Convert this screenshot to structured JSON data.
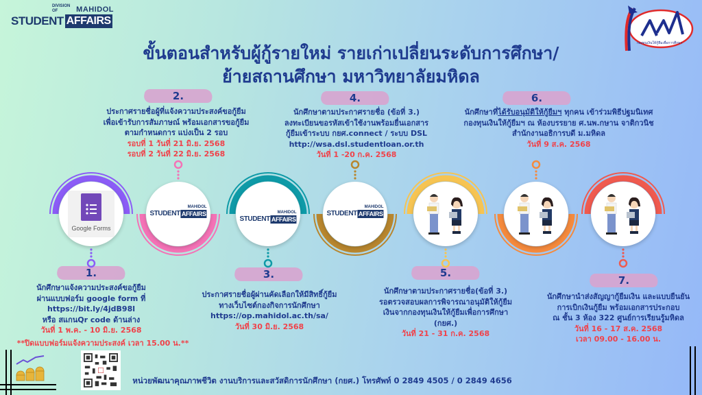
{
  "brand": {
    "mahidol": "MAHIDOL",
    "division": "DIVISION OF",
    "student": "STUDENT",
    "affairs": "AFFAIRS"
  },
  "kys_logo": {
    "mark": "กยศ",
    "caption": "กองทุนเงินให้กู้ยืมเพื่อการศึกษา"
  },
  "title": {
    "line1": "ขั้นตอนสำหรับผู้กู้รายใหม่ รายเก่าเปลี่ยนระดับการศึกษา/",
    "line2": "ย้ายสถานศึกษา มหาวิทยาลัยมหิดล"
  },
  "google_forms_label": "Google Forms",
  "steps": [
    {
      "num": "1.",
      "color": "#8b5cf6",
      "lines": [
        "นักศึกษาแจ้งความประสงค์ขอกู้ยืม",
        "ผ่านแบบฟอร์ม google form ที่",
        "https://bit.ly/4jdB98l",
        "หรือ สแกนQr code ด้านล่าง"
      ],
      "dates": [
        "วันที่ 1 พ.ค. - 10 มิ.ย. 2568",
        "**ปิดแบบฟอร์มแจ้งความประสงค์ เวลา 15.00 น.**"
      ]
    },
    {
      "num": "2.",
      "color": "#f472b6",
      "lines": [
        "ประกาศรายชื่อผู้ที่แจ้งความประสงค์ขอกู้ยืม",
        "เพื่อเข้ารับการสัมภาษณ์ พร้อมเอกสารขอกู้ยืม",
        "ตามกำหนดการ แบ่งเป็น 2 รอบ"
      ],
      "dates": [
        "รอบที่ 1 วันที่ 21 มิ.ย. 2568",
        "รอบที่ 2 วันที่ 22 มิ.ย. 2568"
      ]
    },
    {
      "num": "3.",
      "color": "#0e9aa7",
      "lines": [
        "ประกาศรายชื่อผู้ผ่านคัดเลือกให้มีสิทธิ์กู้ยืม",
        "ทางเว็บไซต์กองกิจการนักศึกษา",
        "https://op.mahidol.ac.th/sa/"
      ],
      "dates": [
        "วันที่ 30 มิ.ย. 2568"
      ]
    },
    {
      "num": "4.",
      "color": "#b8862e",
      "lines": [
        "นักศึกษาตามประกาศรายชื่อ (ข้อที่ 3.)",
        "ลงทะเบียนขอรหัสเข้าใช้งานพร้อมยื่นเอกสาร",
        "กู้ยืมเข้าระบบ กยศ.connect / ระบบ DSL",
        "http://wsa.dsl.studentloan.or.th"
      ],
      "dates": [
        "วันที่ 1 -20 ก.ค. 2568"
      ]
    },
    {
      "num": "5.",
      "color": "#f6c453",
      "lines": [
        "นักศึกษาตามประกาศรายชื่อ(ข้อที่ 3.)",
        "รอตรวจสอบผลการพิจารณาอนุมัติให้กู้ยืม",
        "เงินจากกองทุนเงินให้กู้ยืมเพื่อการศึกษา",
        "(กยศ.)"
      ],
      "dates": [
        "วันที่ 21 - 31 ก.ค. 2568"
      ]
    },
    {
      "num": "6.",
      "color": "#f58a3d",
      "lines_pre": "นักศึกษาที่",
      "lines_u": "ได้รับอนุมัติให้กู้ยืมฯ",
      "lines_post": " ทุกคน เข้าร่วมพิธีปฐมนิเทศ",
      "lines": [
        "กองทุนเงินให้กู้ยืมฯ ณ ห้องบรรยาย ศ.นพ.กษาน จาติกวนิช",
        "สำนักงานอธิการบดี ม.มหิดล"
      ],
      "dates": [
        "วันที่ 9 ส.ค. 2568"
      ]
    },
    {
      "num": "7.",
      "color": "#ef5a4f",
      "lines": [
        "นักศึกษานำส่งสัญญากู้ยืมเงิน และแบบยืนยัน",
        "การเบิกเงินกู้ยืม พร้อมเอกสารประกอบ",
        "ณ ชั้น 3 ห้อง 322 ศูนย์การเรียนรู้มหิดล"
      ],
      "dates": [
        "วันที่ 16 - 17 ส.ค. 2568",
        "เวลา 09.00 - 16.00 น."
      ]
    }
  ],
  "footer": "หน่วยพัฒนาคุณภาพชีวิต งานบริการและสวัสดิการนักศึกษา (กยศ.) โทรศัพท์ 0 2849 4505 / 0 2849 4656"
}
